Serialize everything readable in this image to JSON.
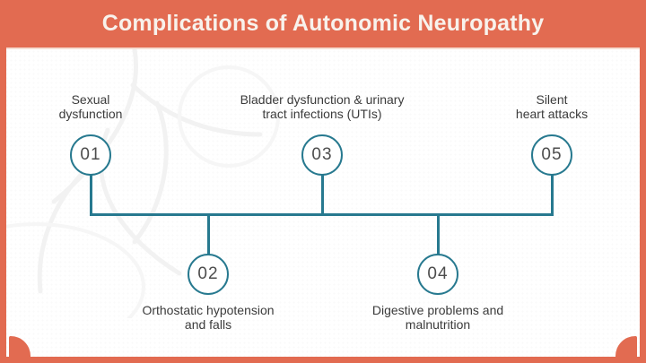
{
  "header": {
    "title": "Complications of Autonomic Neuropathy"
  },
  "colors": {
    "accent_orange": "#E26B51",
    "band_highlight": "#F6DDD2",
    "teal": "#27798F",
    "label_text": "#3B3B3B",
    "number_text": "#4D4D4D",
    "title_text": "#F8F2EC",
    "background": "#FFFFFF"
  },
  "timeline": {
    "items": [
      {
        "number": "01",
        "row": "top",
        "lines": [
          "Sexual",
          "dysfunction"
        ]
      },
      {
        "number": "02",
        "row": "bottom",
        "lines": [
          "Orthostatic hypotension",
          "and falls"
        ]
      },
      {
        "number": "03",
        "row": "top",
        "lines": [
          "Bladder dysfunction & urinary",
          "tract infections (UTIs)"
        ]
      },
      {
        "number": "04",
        "row": "bottom",
        "lines": [
          "Digestive problems and",
          "malnutrition"
        ]
      },
      {
        "number": "05",
        "row": "top",
        "lines": [
          "Silent",
          "heart attacks"
        ]
      }
    ]
  }
}
